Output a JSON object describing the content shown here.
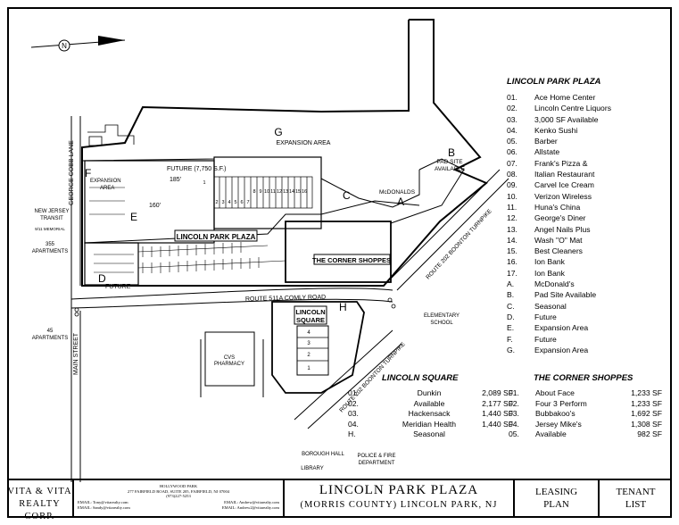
{
  "map": {
    "areas": {
      "g": "G",
      "expansion": "EXPANSION AREA",
      "b": "B",
      "pad_site": "PAD SITE",
      "available": "AVAILABLE",
      "f": "F",
      "expansion2": "EXPANSION",
      "area": "AREA",
      "future_sf": "FUTURE (7,750 S.F.)",
      "dim185": "185'",
      "dim160": "160'",
      "c": "C",
      "a": "A",
      "mcdonalds": "McDONALDS",
      "e": "E",
      "d": "D",
      "future": "FUTURE",
      "h": "H",
      "cvs": "CVS",
      "pharmacy": "PHARMACY"
    },
    "store_numbers": [
      "1",
      "2",
      "3",
      "4",
      "5",
      "6",
      "7",
      "8",
      "9",
      "10",
      "11",
      "12",
      "13",
      "14",
      "15",
      "16"
    ],
    "square_numbers": [
      "1",
      "2",
      "3",
      "4"
    ],
    "labels": {
      "plaza": "LINCOLN PARK PLAZA",
      "shoppes": "THE CORNER SHOPPES",
      "square_1": "LINCOLN",
      "square_2": "SQUARE",
      "george_cobb": "GEORGE COBB LANE",
      "nj_transit_1": "NEW JERSEY",
      "nj_transit_2": "TRANSIT",
      "memorial": "9/11 MEMORIAL",
      "apt355_1": "355",
      "apt355_2": "APARTMENTS",
      "apt45_1": "45",
      "apt45_2": "APARTMENTS",
      "main_street": "MAIN STREET",
      "comly": "ROUTE 511A COMLY ROAD",
      "route202_a": "ROUTE 202 BOONTON TURNPIKE",
      "route202_b": "ROUTE 202 BOONTON TURNPIKE",
      "elementary_1": "ELEMENTARY",
      "elementary_2": "SCHOOL",
      "borough": "BOROUGH HALL",
      "library": "LIBRARY",
      "police_1": "POLICE & FIRE",
      "police_2": "DEPARTMENT",
      "north": "N"
    }
  },
  "lincoln_park_plaza": {
    "heading": "LINCOLN PARK PLAZA",
    "items": [
      {
        "key": "01.",
        "name": "Ace Home Center"
      },
      {
        "key": "02.",
        "name": "Lincoln Centre Liquors"
      },
      {
        "key": "03.",
        "name": "3,000 SF Available"
      },
      {
        "key": "04.",
        "name": "Kenko Sushi"
      },
      {
        "key": "05.",
        "name": "Barber"
      },
      {
        "key": "06.",
        "name": "Allstate"
      },
      {
        "key": "07.",
        "name": "Frank's Pizza &"
      },
      {
        "key": "08.",
        "name": "Italian Restaurant"
      },
      {
        "key": "09.",
        "name": "Carvel Ice Cream"
      },
      {
        "key": "10.",
        "name": "Verizon Wireless"
      },
      {
        "key": "11.",
        "name": "Huna's China"
      },
      {
        "key": "12.",
        "name": "George's Diner"
      },
      {
        "key": "13.",
        "name": "Angel Nails Plus"
      },
      {
        "key": "14.",
        "name": "Wash \"O\" Mat"
      },
      {
        "key": "15.",
        "name": "Best Cleaners"
      },
      {
        "key": "16.",
        "name": "Ion Bank"
      },
      {
        "key": "17.",
        "name": "Ion Bank"
      },
      {
        "key": "A.",
        "name": "McDonald's"
      },
      {
        "key": "B.",
        "name": "Pad Site Available"
      },
      {
        "key": "C.",
        "name": "Seasonal"
      },
      {
        "key": "D.",
        "name": "Future"
      },
      {
        "key": "E.",
        "name": "Expansion Area"
      },
      {
        "key": "F.",
        "name": "Future"
      },
      {
        "key": "G.",
        "name": "Expansion Area"
      }
    ]
  },
  "lincoln_square": {
    "heading": "LINCOLN SQUARE",
    "items": [
      {
        "key": "01.",
        "name": "Dunkin",
        "size": "2,089 SF"
      },
      {
        "key": "02.",
        "name": "Available",
        "size": "2,177 SF"
      },
      {
        "key": "03.",
        "name": "Hackensack",
        "size": "1,440 SF"
      },
      {
        "key": "04.",
        "name": "Meridian Health",
        "size": "1,440 SF"
      },
      {
        "key": "H.",
        "name": "Seasonal",
        "size": ""
      }
    ]
  },
  "corner_shoppes": {
    "heading": "THE CORNER SHOPPES",
    "items": [
      {
        "key": "01.",
        "name": "About Face",
        "size": "1,233 SF"
      },
      {
        "key": "02.",
        "name": "Four 3 Perform",
        "size": "1,233 SF"
      },
      {
        "key": "03.",
        "name": "Bubbakoo's",
        "size": "1,692 SF"
      },
      {
        "key": "04.",
        "name": "Jersey Mike's",
        "size": "1,308 SF"
      },
      {
        "key": "05.",
        "name": "Available",
        "size": "982 SF"
      }
    ]
  },
  "title_block": {
    "company_1": "VITA & VITA",
    "company_2": "REALTY CORP.",
    "addr_1": "HOLLYWOOD PARK",
    "addr_2": "277 FAIRFIELD ROAD, SUITE 205, FAIRFIELD, NJ 07004",
    "addr_3": "(973)227-5253",
    "email_1": "EMAIL: Tony@vitarealty.com",
    "email_2": "EMAIL: Andrew@vitarealty.com",
    "email_3": "EMAIL: Sandy@vitarealty.com",
    "email_4": "EMAIL: Andrew2@vitarealty.com",
    "title_1": "LINCOLN PARK PLAZA",
    "title_2": "(MORRIS COUNTY) LINCOLN PARK, NJ",
    "plan_1": "LEASING",
    "plan_2": "PLAN",
    "list_1": "TENANT",
    "list_2": "LIST"
  }
}
